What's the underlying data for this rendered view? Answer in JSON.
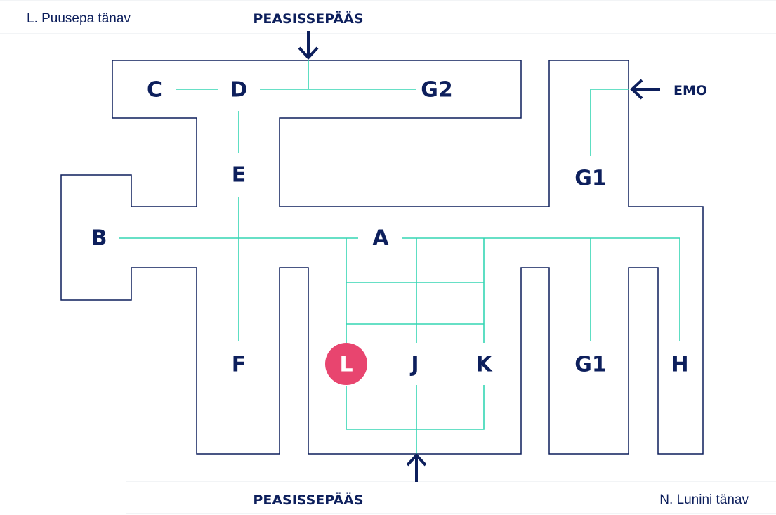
{
  "streets": {
    "top_left": "L. Puusepa tänav",
    "bottom_right": "N. Lunini tänav"
  },
  "entrances": {
    "main_top": "PEASISSEPÄÄS",
    "main_bottom": "PEASISSEPÄÄS",
    "emo": "EMO"
  },
  "wings": {
    "a": "A",
    "b": "B",
    "c": "C",
    "d": "D",
    "e": "E",
    "f": "F",
    "g1_top": "G1",
    "g1_bottom": "G1",
    "g2": "G2",
    "h": "H",
    "j": "J",
    "k": "K",
    "l": "L"
  },
  "highlight": {
    "wing": "L",
    "color": "#e8456f"
  },
  "colors": {
    "wall": "#0d1f5c",
    "route": "#35d6b4",
    "text": "#0d1f5c"
  }
}
